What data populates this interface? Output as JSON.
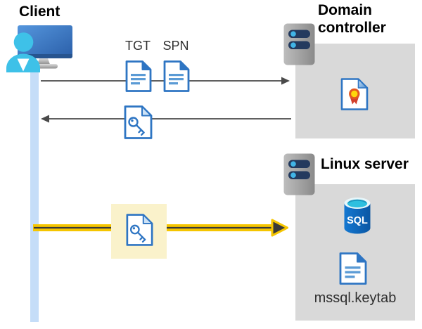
{
  "labels": {
    "client": "Client",
    "domain_controller": "Domain controller",
    "linux_server": "Linux server",
    "tgt": "TGT",
    "spn": "SPN",
    "keytab_file": "mssql.keytab",
    "sql_badge": "SQL"
  },
  "icons": {
    "client-workstation-icon": "monitor-with-user",
    "dc-server-icon": "server-tower",
    "linux-server-icon": "server-tower",
    "tgt-document-icon": "document-lines",
    "spn-document-icon": "document-lines",
    "service-ticket-document-icon": "document-key",
    "keytab-ticket-document-icon": "document-key",
    "certificate-icon": "document-certificate",
    "sql-database-icon": "database-cylinder",
    "keytab-document-icon": "document-lines"
  },
  "colors": {
    "doc-blue": "#2E75C3",
    "doc-line-blue": "#5B9BD5",
    "doc-fold-light": "#CDE2F6",
    "arrow-gray": "#4A4A4A",
    "accent-yellow": "#F5C500",
    "highlight-yellow": "#FAF2CB",
    "box-gray": "#D9D9D9",
    "timeline-blue": "#C5DDF8",
    "server-navy": "#243A5E",
    "led-cyan": "#41B4E6",
    "person-cyan": "#3EC1E8",
    "sql-cyan": "#2EC0DF",
    "cert-gold": "#FFD60A",
    "cert-ring": "#E2571F",
    "cert-red": "#D2402C",
    "text-dark": "#303030"
  }
}
